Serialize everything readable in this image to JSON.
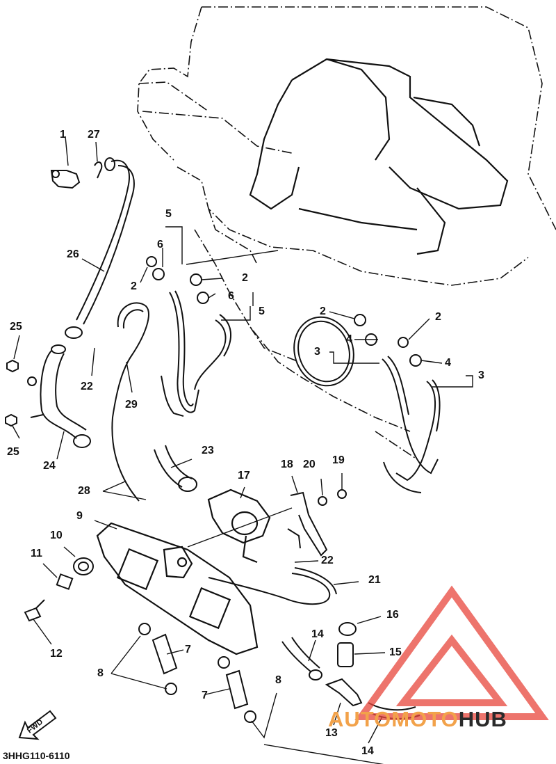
{
  "diagram": {
    "part_code": "3HHG110-6110",
    "forward_label": "FWD",
    "callouts": [
      {
        "id": "c1",
        "text": "1"
      },
      {
        "id": "c27",
        "text": "27"
      },
      {
        "id": "c26",
        "text": "26"
      },
      {
        "id": "c5a",
        "text": "5"
      },
      {
        "id": "c6a",
        "text": "6"
      },
      {
        "id": "c2a",
        "text": "2"
      },
      {
        "id": "c2b",
        "text": "2"
      },
      {
        "id": "c6b",
        "text": "6"
      },
      {
        "id": "c5b",
        "text": "5"
      },
      {
        "id": "c2c",
        "text": "2"
      },
      {
        "id": "c2d",
        "text": "2"
      },
      {
        "id": "c4a",
        "text": "4"
      },
      {
        "id": "c3a",
        "text": "3"
      },
      {
        "id": "c4b",
        "text": "4"
      },
      {
        "id": "c3b",
        "text": "3"
      },
      {
        "id": "c25a",
        "text": "25"
      },
      {
        "id": "c22a",
        "text": "22"
      },
      {
        "id": "c29",
        "text": "29"
      },
      {
        "id": "c25b",
        "text": "25"
      },
      {
        "id": "c24",
        "text": "24"
      },
      {
        "id": "c23",
        "text": "23"
      },
      {
        "id": "c28",
        "text": "28"
      },
      {
        "id": "c17",
        "text": "17"
      },
      {
        "id": "c18",
        "text": "18"
      },
      {
        "id": "c20",
        "text": "20"
      },
      {
        "id": "c19",
        "text": "19"
      },
      {
        "id": "c9",
        "text": "9"
      },
      {
        "id": "c10",
        "text": "10"
      },
      {
        "id": "c11",
        "text": "11"
      },
      {
        "id": "c22b",
        "text": "22"
      },
      {
        "id": "c21",
        "text": "21"
      },
      {
        "id": "c16",
        "text": "16"
      },
      {
        "id": "c12",
        "text": "12"
      },
      {
        "id": "c14a",
        "text": "14"
      },
      {
        "id": "c15",
        "text": "15"
      },
      {
        "id": "c7a",
        "text": "7"
      },
      {
        "id": "c8a",
        "text": "8"
      },
      {
        "id": "c8b",
        "text": "8"
      },
      {
        "id": "c7b",
        "text": "7"
      },
      {
        "id": "c13",
        "text": "13"
      },
      {
        "id": "c14b",
        "text": "14"
      }
    ]
  },
  "watermark": {
    "text_a": "AUTO",
    "text_m": "MOTO",
    "text_h": "HUB",
    "triangle_color": "#e8463c",
    "text_color_primary": "#f2a24a",
    "text_color_secondary": "#2a2a2a"
  }
}
